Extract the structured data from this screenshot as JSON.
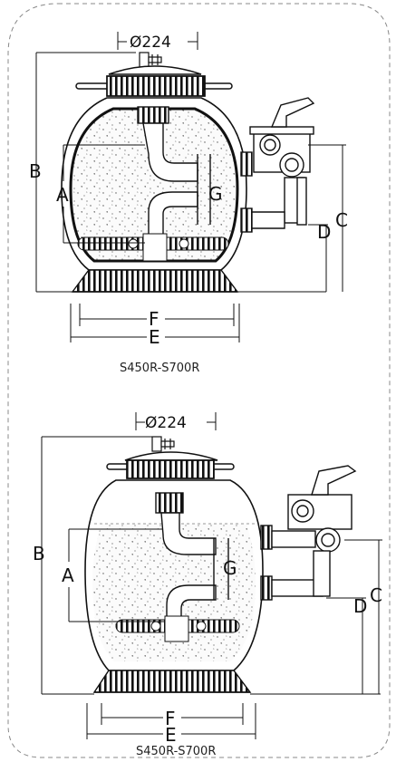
{
  "diagrams": [
    {
      "diameter_label": "Ø224",
      "labels": {
        "A": "A",
        "B": "B",
        "C": "C",
        "D": "D",
        "E": "E",
        "F": "F",
        "G": "G"
      },
      "caption": "S450R-S700R"
    },
    {
      "diameter_label": "Ø224",
      "labels": {
        "A": "A",
        "B": "B",
        "C": "C",
        "D": "D",
        "E": "E",
        "F": "F",
        "G": "G"
      },
      "caption": "S450R-S700R"
    }
  ]
}
